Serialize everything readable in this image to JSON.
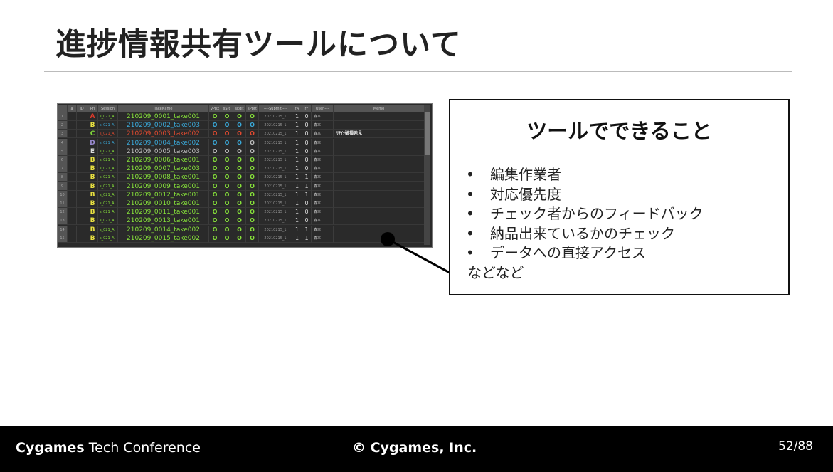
{
  "title": "進捗情報共有ツールについて",
  "table": {
    "headers": [
      "",
      "a",
      "ID",
      "Pri",
      "Session",
      "TakeName",
      "vPbx",
      "sSrc",
      "sEdit",
      "sPbrt",
      "----Submit----",
      "rA",
      "rF",
      "User----",
      "Memo"
    ],
    "colors": {
      "A": "#e03a2a",
      "B": "#e8e040",
      "C": "#7fd63a",
      "D": "#9a8ad0",
      "E": "#dddddd",
      "green": "#86e03a",
      "blue": "#3aa8d8",
      "red": "#e04a30",
      "gray": "#bbbbbb"
    },
    "rows": [
      {
        "n": "1",
        "pri": "A",
        "pc": "A",
        "ses": "s_021_A",
        "take": "210209_0001_take001",
        "tc": "green",
        "o": [
          "green",
          "green",
          "green",
          "green"
        ],
        "sub": "20210215_1",
        "rA": "1",
        "rF": "0",
        "user": "森本",
        "memo": ""
      },
      {
        "n": "2",
        "pri": "B",
        "pc": "B",
        "ses": "s_021_A",
        "take": "210209_0002_take003",
        "tc": "blue",
        "o": [
          "blue",
          "blue",
          "blue",
          "blue"
        ],
        "sub": "20210215_1",
        "rA": "1",
        "rF": "0",
        "user": "森本",
        "memo": ""
      },
      {
        "n": "3",
        "pri": "C",
        "pc": "C",
        "ses": "s_021_A",
        "take": "210209_0003_take002",
        "tc": "red",
        "o": [
          "red",
          "red",
          "red",
          "red"
        ],
        "sub": "20210215_1",
        "rA": "1",
        "rF": "0",
        "user": "森本",
        "memo": "ﾘﾃｲｸ破損発見"
      },
      {
        "n": "4",
        "pri": "D",
        "pc": "D",
        "ses": "s_021_A",
        "take": "210209_0004_take002",
        "tc": "blue",
        "o": [
          "blue",
          "blue",
          "blue",
          "gray"
        ],
        "sub": "20210215_1",
        "rA": "1",
        "rF": "0",
        "user": "森本",
        "memo": ""
      },
      {
        "n": "5",
        "pri": "E",
        "pc": "E",
        "ses": "s_021_A",
        "take": "210209_0005_take003",
        "tc": "gray",
        "o": [
          "gray",
          "gray",
          "gray",
          "gray"
        ],
        "sub": "20210215_1",
        "rA": "1",
        "rF": "0",
        "user": "森本",
        "memo": ""
      },
      {
        "n": "6",
        "pri": "B",
        "pc": "B",
        "ses": "s_021_A",
        "take": "210209_0006_take001",
        "tc": "green",
        "o": [
          "green",
          "green",
          "green",
          "green"
        ],
        "sub": "20210215_1",
        "rA": "1",
        "rF": "0",
        "user": "森本",
        "memo": ""
      },
      {
        "n": "7",
        "pri": "B",
        "pc": "B",
        "ses": "s_021_A",
        "take": "210209_0007_take003",
        "tc": "green",
        "o": [
          "green",
          "green",
          "green",
          "green"
        ],
        "sub": "20210215_1",
        "rA": "1",
        "rF": "0",
        "user": "森本",
        "memo": ""
      },
      {
        "n": "8",
        "pri": "B",
        "pc": "B",
        "ses": "s_021_A",
        "take": "210209_0008_take001",
        "tc": "green",
        "o": [
          "green",
          "green",
          "green",
          "green"
        ],
        "sub": "20210215_1",
        "rA": "1",
        "rF": "1",
        "user": "森本",
        "memo": ""
      },
      {
        "n": "9",
        "pri": "B",
        "pc": "B",
        "ses": "s_021_A",
        "take": "210209_0009_take001",
        "tc": "green",
        "o": [
          "green",
          "green",
          "green",
          "green"
        ],
        "sub": "20210215_1",
        "rA": "1",
        "rF": "1",
        "user": "森本",
        "memo": ""
      },
      {
        "n": "10",
        "pri": "B",
        "pc": "B",
        "ses": "s_021_A",
        "take": "210209_0012_take001",
        "tc": "green",
        "o": [
          "green",
          "green",
          "green",
          "green"
        ],
        "sub": "20210215_1",
        "rA": "1",
        "rF": "1",
        "user": "森本",
        "memo": ""
      },
      {
        "n": "11",
        "pri": "B",
        "pc": "B",
        "ses": "s_021_A",
        "take": "210209_0010_take001",
        "tc": "green",
        "o": [
          "green",
          "green",
          "green",
          "green"
        ],
        "sub": "20210215_1",
        "rA": "1",
        "rF": "0",
        "user": "森本",
        "memo": ""
      },
      {
        "n": "12",
        "pri": "B",
        "pc": "B",
        "ses": "s_021_A",
        "take": "210209_0011_take001",
        "tc": "green",
        "o": [
          "green",
          "green",
          "green",
          "green"
        ],
        "sub": "20210215_1",
        "rA": "1",
        "rF": "0",
        "user": "森本",
        "memo": ""
      },
      {
        "n": "13",
        "pri": "B",
        "pc": "B",
        "ses": "s_021_A",
        "take": "210209_0013_take001",
        "tc": "green",
        "o": [
          "green",
          "green",
          "green",
          "green"
        ],
        "sub": "20210215_1",
        "rA": "1",
        "rF": "0",
        "user": "森本",
        "memo": ""
      },
      {
        "n": "14",
        "pri": "B",
        "pc": "B",
        "ses": "s_021_A",
        "take": "210209_0014_take002",
        "tc": "green",
        "o": [
          "green",
          "green",
          "green",
          "green"
        ],
        "sub": "20210215_1",
        "rA": "1",
        "rF": "1",
        "user": "森本",
        "memo": ""
      },
      {
        "n": "15",
        "pri": "B",
        "pc": "B",
        "ses": "s_021_A",
        "take": "210209_0015_take002",
        "tc": "green",
        "o": [
          "green",
          "green",
          "green",
          "green"
        ],
        "sub": "20210215_1",
        "rA": "1",
        "rF": "1",
        "user": "森本",
        "memo": ""
      }
    ]
  },
  "callout": {
    "title": "ツールでできること",
    "bullet": "•",
    "items": [
      "編集作業者",
      "対応優先度",
      "チェック者からのフィードバック",
      "納品出来ているかのチェック",
      "データへの直接アクセス"
    ],
    "tail": "などなど"
  },
  "footer": {
    "brand": "Cygames",
    "event": "Tech Conference",
    "copyright": "© Cygames, Inc.",
    "page": "52/88"
  }
}
